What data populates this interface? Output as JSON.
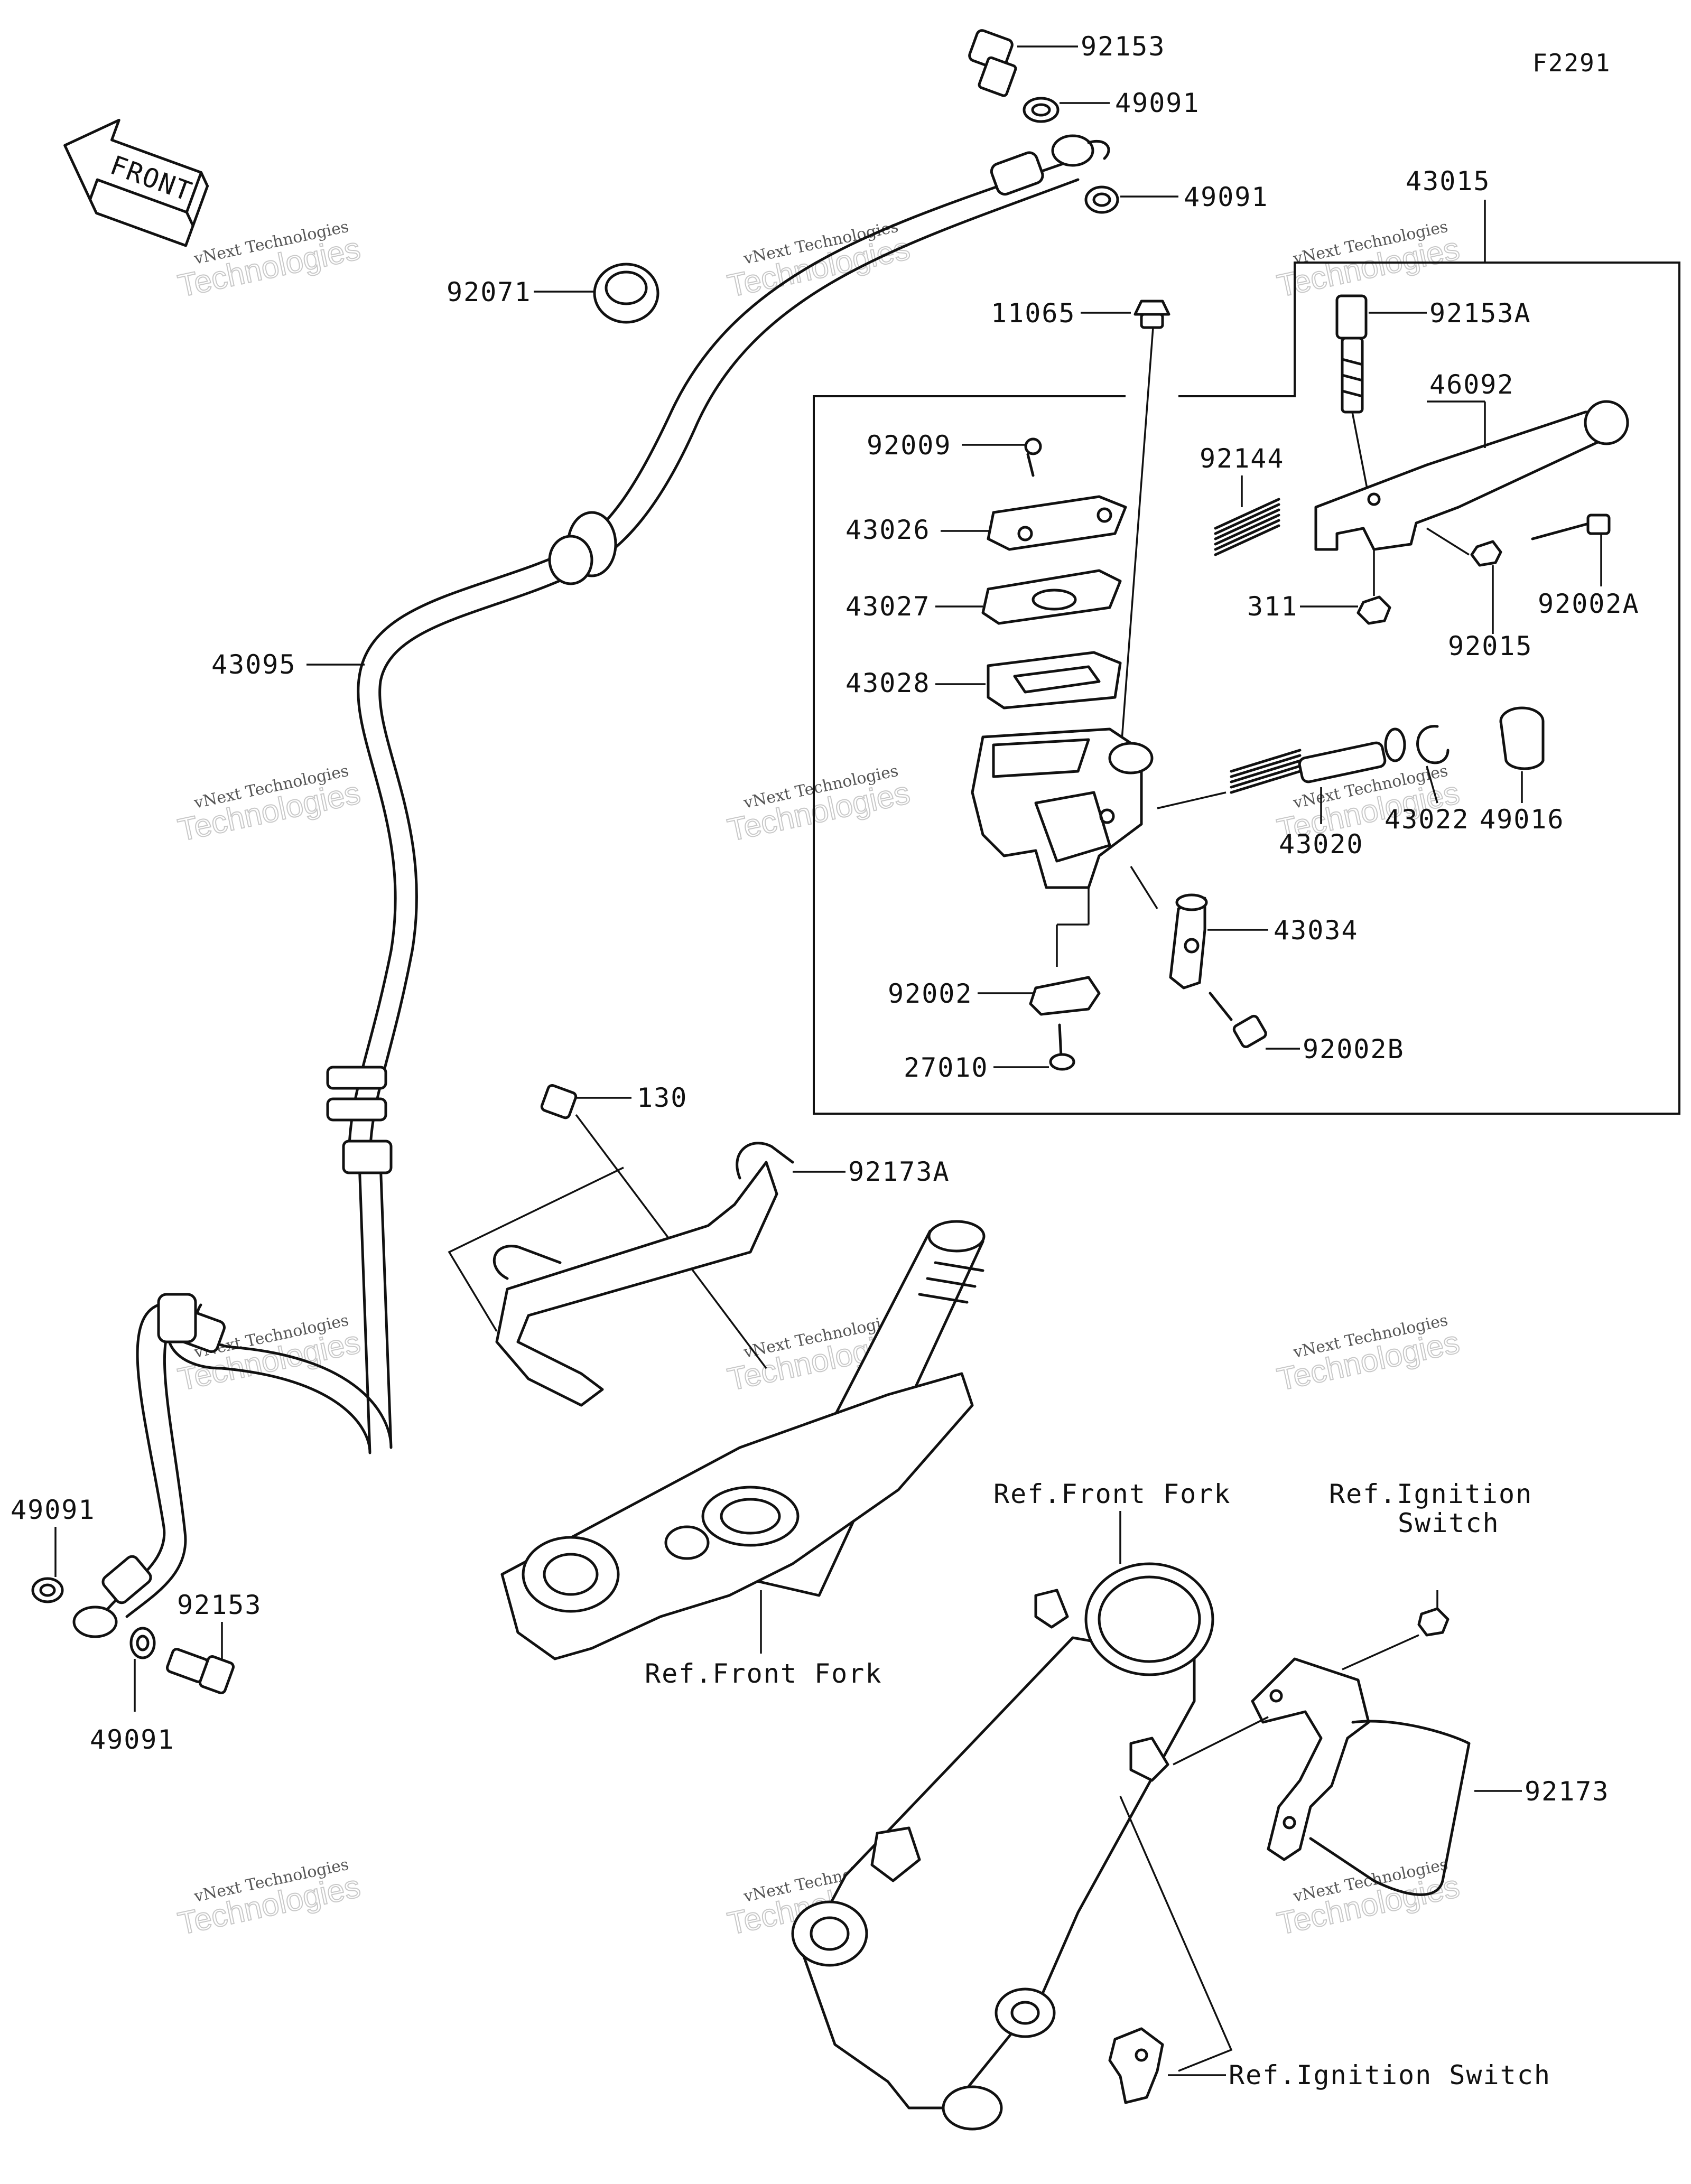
{
  "diagram_code": "F2291",
  "front_arrow_label": "FRONT",
  "watermark": {
    "line1": "vNext Technologies",
    "line2": "Technologies"
  },
  "parts": [
    {
      "id": "92153",
      "label": "92153"
    },
    {
      "id": "49091-a",
      "label": "49091"
    },
    {
      "id": "49091-b",
      "label": "49091"
    },
    {
      "id": "92071",
      "label": "92071"
    },
    {
      "id": "43015",
      "label": "43015"
    },
    {
      "id": "11065",
      "label": "11065"
    },
    {
      "id": "92153A",
      "label": "92153A"
    },
    {
      "id": "46092",
      "label": "46092"
    },
    {
      "id": "92009",
      "label": "92009"
    },
    {
      "id": "92144",
      "label": "92144"
    },
    {
      "id": "43026",
      "label": "43026"
    },
    {
      "id": "311",
      "label": "311"
    },
    {
      "id": "92002A",
      "label": "92002A"
    },
    {
      "id": "92015",
      "label": "92015"
    },
    {
      "id": "43027",
      "label": "43027"
    },
    {
      "id": "43028",
      "label": "43028"
    },
    {
      "id": "43095",
      "label": "43095"
    },
    {
      "id": "49016",
      "label": "49016"
    },
    {
      "id": "43022",
      "label": "43022"
    },
    {
      "id": "43020",
      "label": "43020"
    },
    {
      "id": "43034",
      "label": "43034"
    },
    {
      "id": "92002",
      "label": "92002"
    },
    {
      "id": "92002B",
      "label": "92002B"
    },
    {
      "id": "27010",
      "label": "27010"
    },
    {
      "id": "130",
      "label": "130"
    },
    {
      "id": "92173A",
      "label": "92173A"
    },
    {
      "id": "ref-front-fork-upper",
      "label": "Ref.Front Fork"
    },
    {
      "id": "ref-ignition-switch-upper",
      "label": "Ref.Ignition"
    },
    {
      "id": "ref-ignition-switch-upper-2",
      "label": "Switch"
    },
    {
      "id": "49091-c",
      "label": "49091"
    },
    {
      "id": "92153-b",
      "label": "92153"
    },
    {
      "id": "ref-front-fork-lower",
      "label": "Ref.Front Fork"
    },
    {
      "id": "92173",
      "label": "92173"
    },
    {
      "id": "49091-d",
      "label": "49091"
    },
    {
      "id": "ref-ignition-switch-lower",
      "label": "Ref.Ignition Switch"
    }
  ]
}
